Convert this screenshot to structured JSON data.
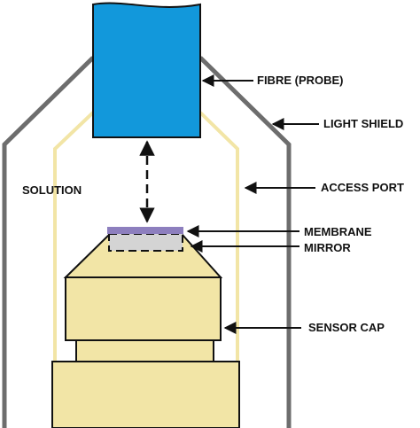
{
  "labels": {
    "fibre": "FIBRE (PROBE)",
    "light_shield": "LIGHT SHIELD",
    "solution": "SOLUTION",
    "access_port": "ACCESS PORT",
    "membrane": "MEMBRANE",
    "mirror": "MIRROR",
    "sensor_cap": "SENSOR CAP"
  },
  "colors": {
    "fibre": "#1298db",
    "sensor_cap": "#f2e5a6",
    "shield": "#6d6d6d",
    "inner_wall": "#f2e5a6",
    "membrane": "#8d7fbe",
    "mirror": "#d4d4d4",
    "outline": "#111111"
  }
}
